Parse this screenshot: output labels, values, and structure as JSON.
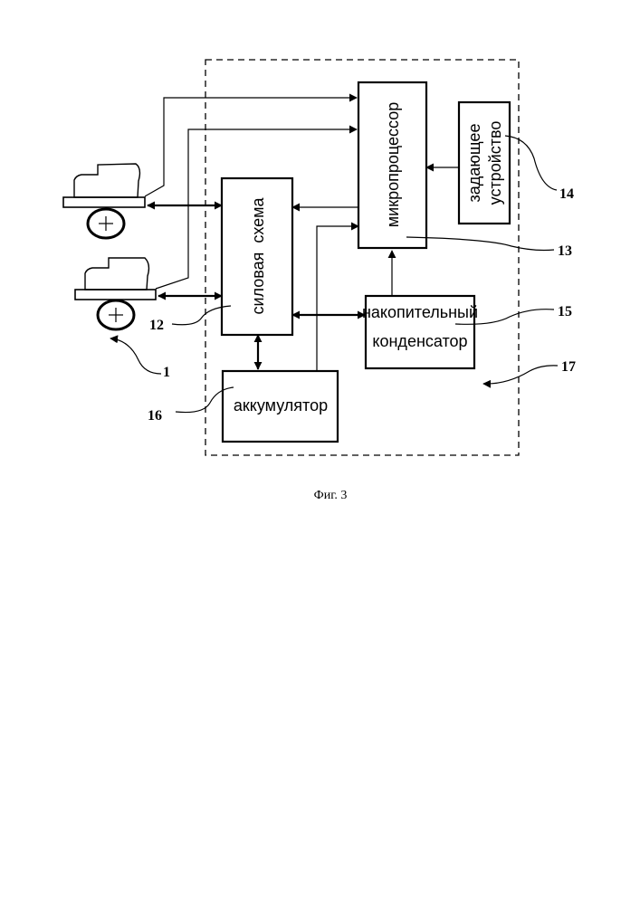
{
  "blocks": {
    "power_circuit": "силовая  схема",
    "microprocessor": "микропроцессор",
    "setter_line1": "задающее",
    "setter_line2": "устройство",
    "capacitor_line1": "накопительный",
    "capacitor_line2": "конденсатор",
    "battery": "аккумулятор"
  },
  "callouts": {
    "motor": "1",
    "power_circuit": "12",
    "microprocessor": "13",
    "setter": "14",
    "capacitor": "15",
    "battery": "16",
    "enclosure": "17"
  },
  "caption": "Фиг. 3"
}
